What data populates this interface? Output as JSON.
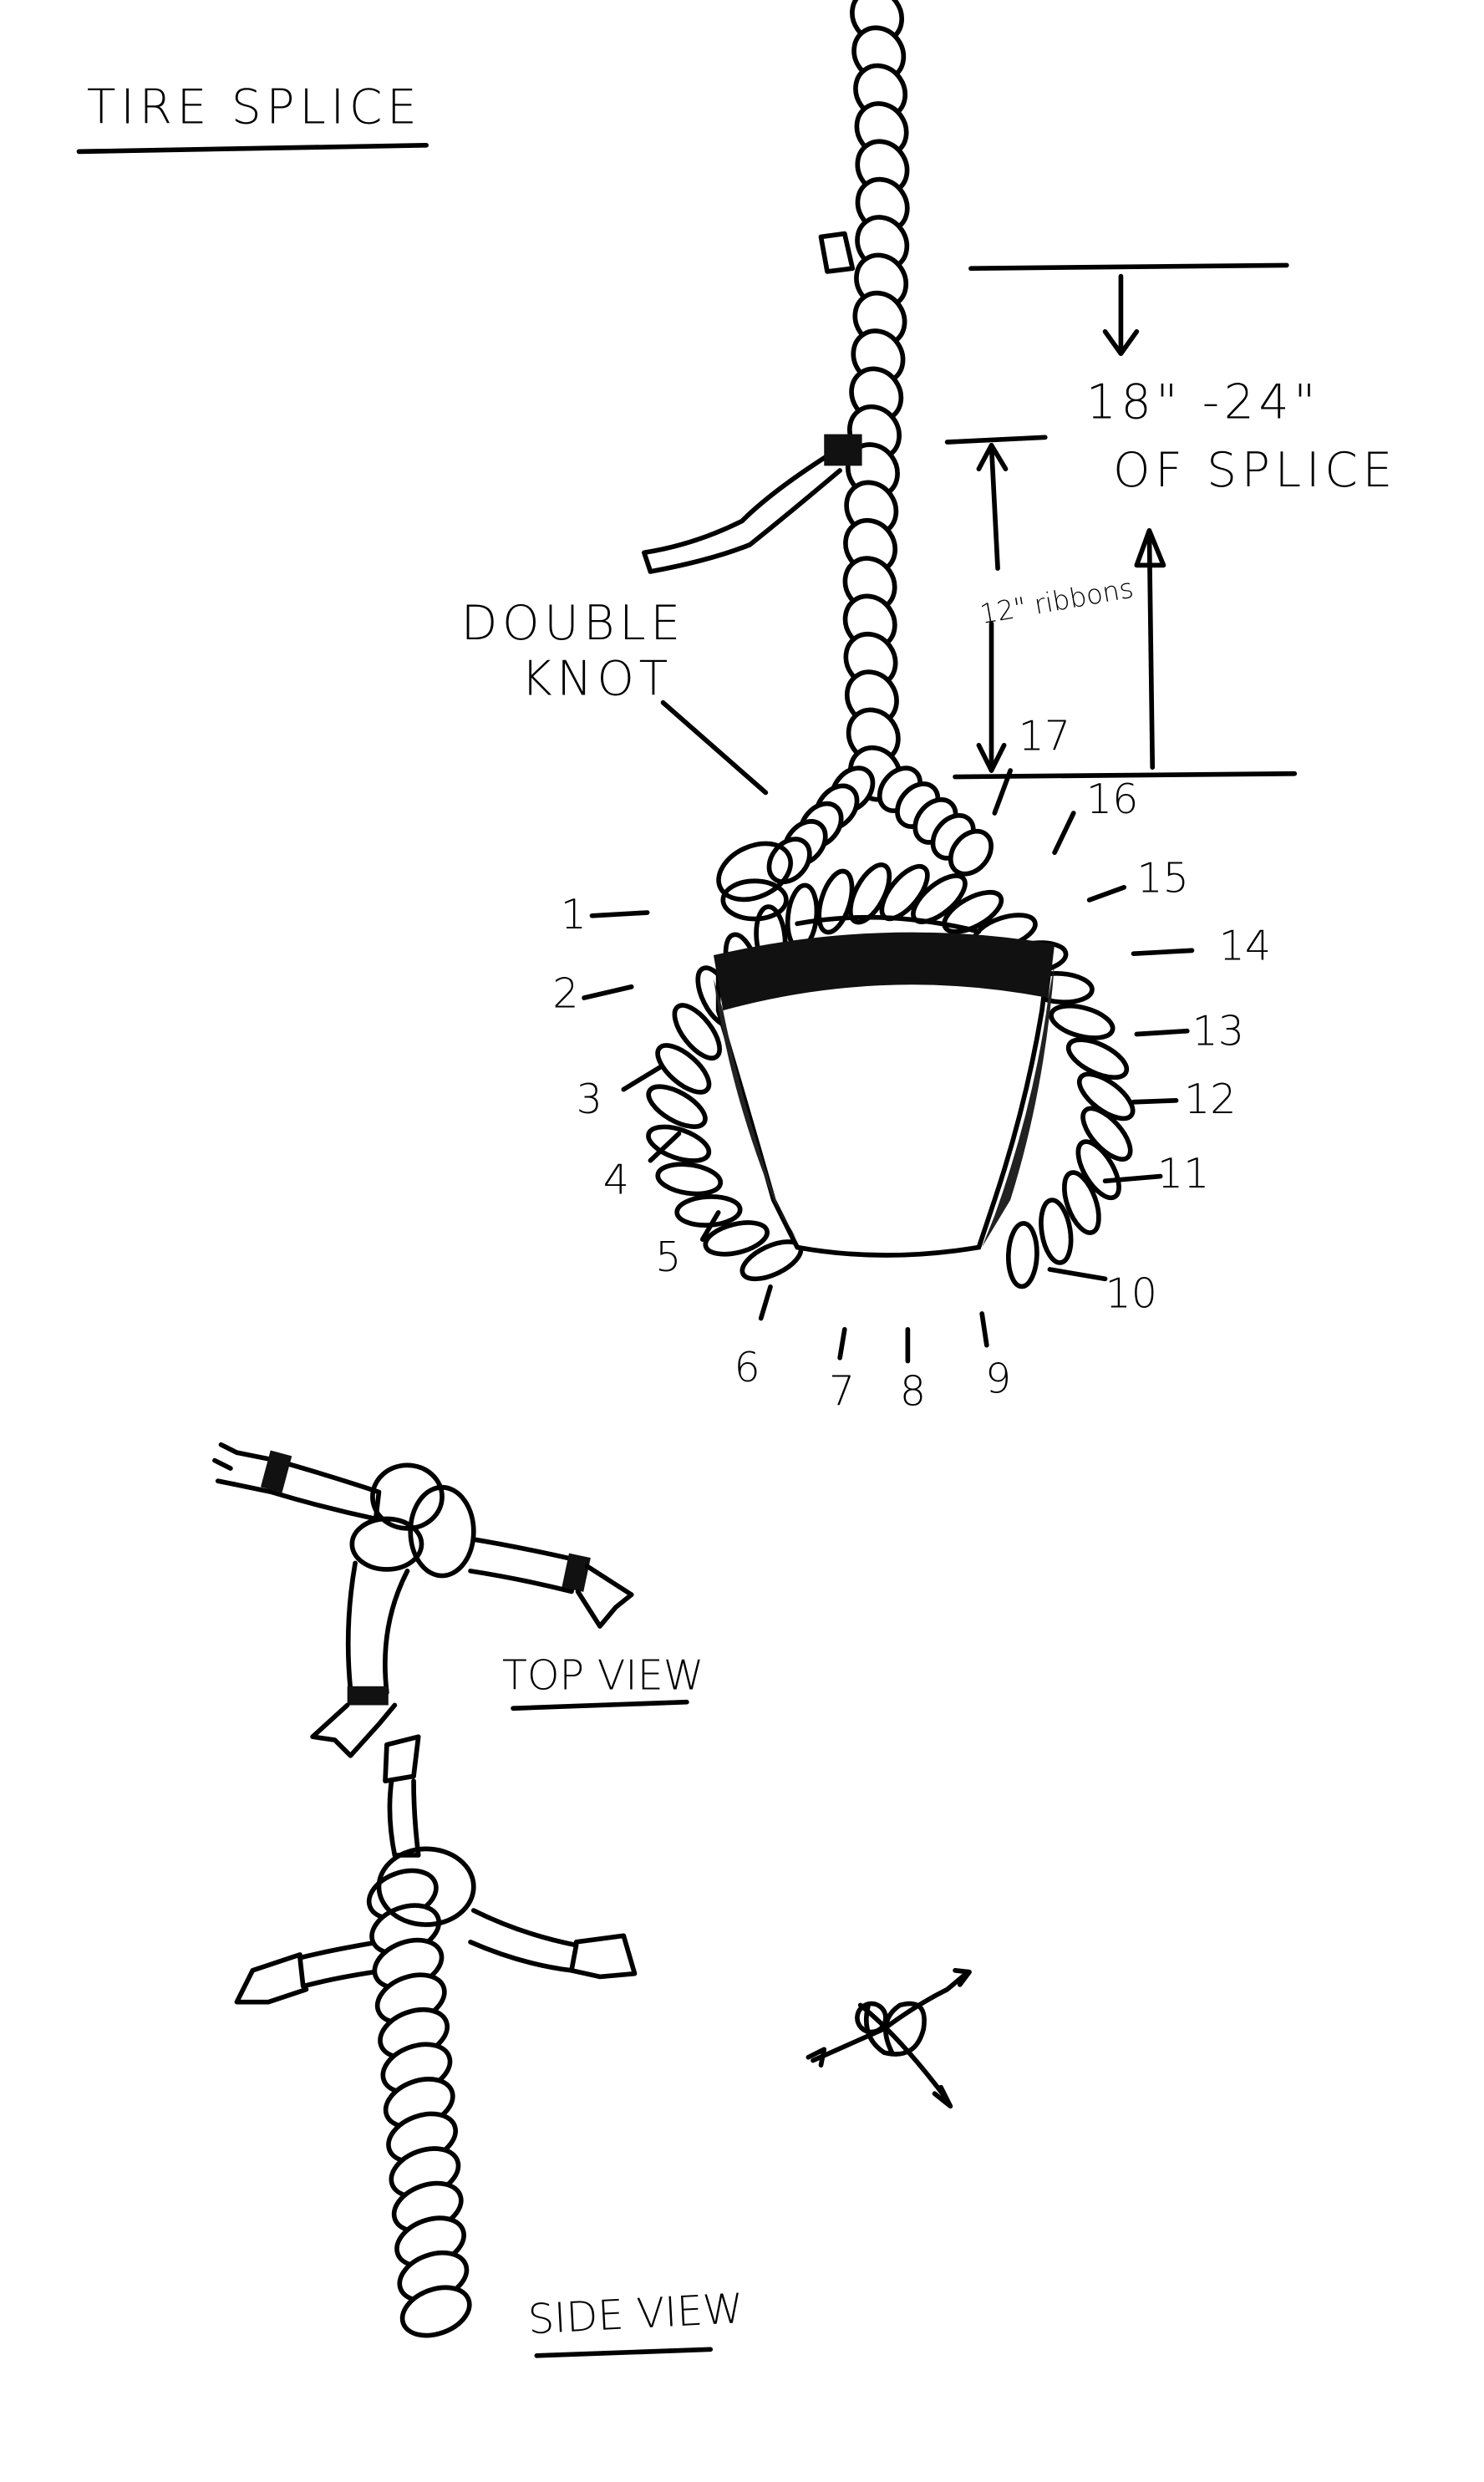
{
  "title": "TIRE SPLICE",
  "dimensions": {
    "splice_length": "18\" -24\"",
    "splice_caption": "OF SPLICE",
    "ribbons": "12\" ribbons"
  },
  "callout": {
    "line1": "DOUBLE",
    "line2": "KNOT"
  },
  "wrap_numbers": [
    "1",
    "2",
    "3",
    "4",
    "5",
    "6",
    "7",
    "8",
    "9",
    "10",
    "11",
    "12",
    "13",
    "14",
    "15",
    "16",
    "17"
  ],
  "views": {
    "top": "TOP VIEW",
    "side": "SIDE VIEW"
  },
  "colors": {
    "ink": "#000000",
    "paper": "#ffffff"
  }
}
